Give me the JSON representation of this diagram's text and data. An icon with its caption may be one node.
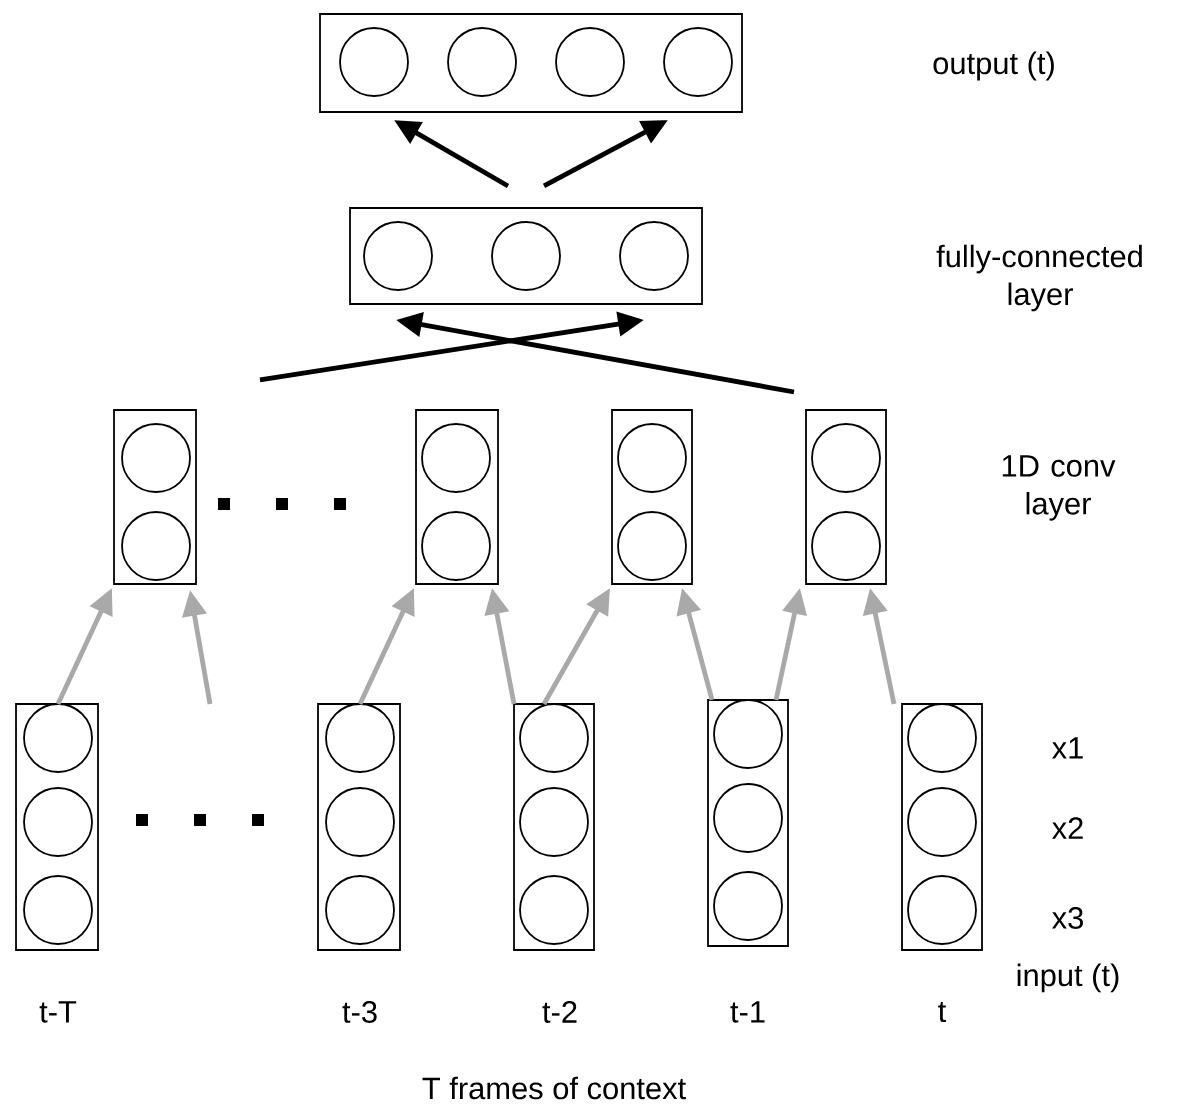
{
  "diagram": {
    "nodes": [
      {
        "text": [],
        "shape": "box"
      },
      {
        "text": [],
        "shape": "circle",
        "in": 0
      },
      {
        "text": [],
        "shape": "circle",
        "in": 0
      },
      {
        "text": [],
        "shape": "circle",
        "in": 0
      },
      {
        "text": [],
        "shape": "circle",
        "in": 0
      },
      {
        "text": [],
        "shape": "box"
      },
      {
        "text": [],
        "shape": "circle",
        "in": 5
      },
      {
        "text": [],
        "shape": "circle",
        "in": 5
      },
      {
        "text": [],
        "shape": "circle",
        "in": 5
      },
      {
        "text": [],
        "shape": "box"
      },
      {
        "text": [],
        "shape": "circle",
        "in": 9
      },
      {
        "text": [],
        "shape": "circle",
        "in": 9
      },
      {
        "text": [],
        "shape": "box"
      },
      {
        "text": [],
        "shape": "circle",
        "in": 12
      },
      {
        "text": [],
        "shape": "circle",
        "in": 12
      },
      {
        "text": [],
        "shape": "box"
      },
      {
        "text": [],
        "shape": "circle",
        "in": 15
      },
      {
        "text": [],
        "shape": "circle",
        "in": 15
      },
      {
        "text": [],
        "shape": "box"
      },
      {
        "text": [],
        "shape": "circle",
        "in": 18
      },
      {
        "text": [],
        "shape": "circle",
        "in": 18
      },
      {
        "text": [],
        "shape": "box"
      },
      {
        "text": [],
        "shape": "circle",
        "in": 21
      },
      {
        "text": [],
        "shape": "circle",
        "in": 21
      },
      {
        "text": [],
        "shape": "circle",
        "in": 21
      },
      {
        "text": [],
        "shape": "box"
      },
      {
        "text": [],
        "shape": "circle",
        "in": 25
      },
      {
        "text": [],
        "shape": "circle",
        "in": 25
      },
      {
        "text": [],
        "shape": "circle",
        "in": 25
      },
      {
        "text": [],
        "shape": "box"
      },
      {
        "text": [],
        "shape": "circle",
        "in": 29
      },
      {
        "text": [],
        "shape": "circle",
        "in": 29
      },
      {
        "text": [],
        "shape": "circle",
        "in": 29
      },
      {
        "text": [],
        "shape": "box"
      },
      {
        "text": [],
        "shape": "circle",
        "in": 33
      },
      {
        "text": [],
        "shape": "circle",
        "in": 33
      },
      {
        "text": [],
        "shape": "circle",
        "in": 33
      },
      {
        "text": [],
        "shape": "box"
      },
      {
        "text": [],
        "shape": "circle",
        "in": 37
      },
      {
        "text": [],
        "shape": "circle",
        "in": 37
      },
      {
        "text": [],
        "shape": "circle",
        "in": 37
      }
    ],
    "edges": [
      {
        "from": 5,
        "to": 0,
        "arrow": "to",
        "color": "#000000"
      },
      {
        "from": 5,
        "to": 0,
        "arrow": "to",
        "color": "#000000"
      },
      {
        "from": 9,
        "to": 5,
        "arrow": "to",
        "color": "#000000"
      },
      {
        "from": 18,
        "to": 5,
        "arrow": "to",
        "color": "#000000"
      },
      {
        "from": 21,
        "to": 9,
        "arrow": "to"
      },
      {
        "from": null,
        "to": 9,
        "arrow": "to"
      },
      {
        "from": 25,
        "to": 12,
        "arrow": "to"
      },
      {
        "from": 29,
        "to": 12,
        "arrow": "to"
      },
      {
        "from": 29,
        "to": 15,
        "arrow": "to"
      },
      {
        "from": 33,
        "to": 15,
        "arrow": "to"
      },
      {
        "from": 33,
        "to": 18,
        "arrow": "to"
      },
      {
        "from": 37,
        "to": 18,
        "arrow": "to"
      }
    ],
    "labels": [
      "output (t)",
      "fully-connected layer",
      "1D conv layer",
      "x1",
      "x2",
      "x3",
      "input (t)",
      "t-T",
      "t-3",
      "t-2",
      "t-1",
      "t",
      "T frames of context"
    ]
  }
}
